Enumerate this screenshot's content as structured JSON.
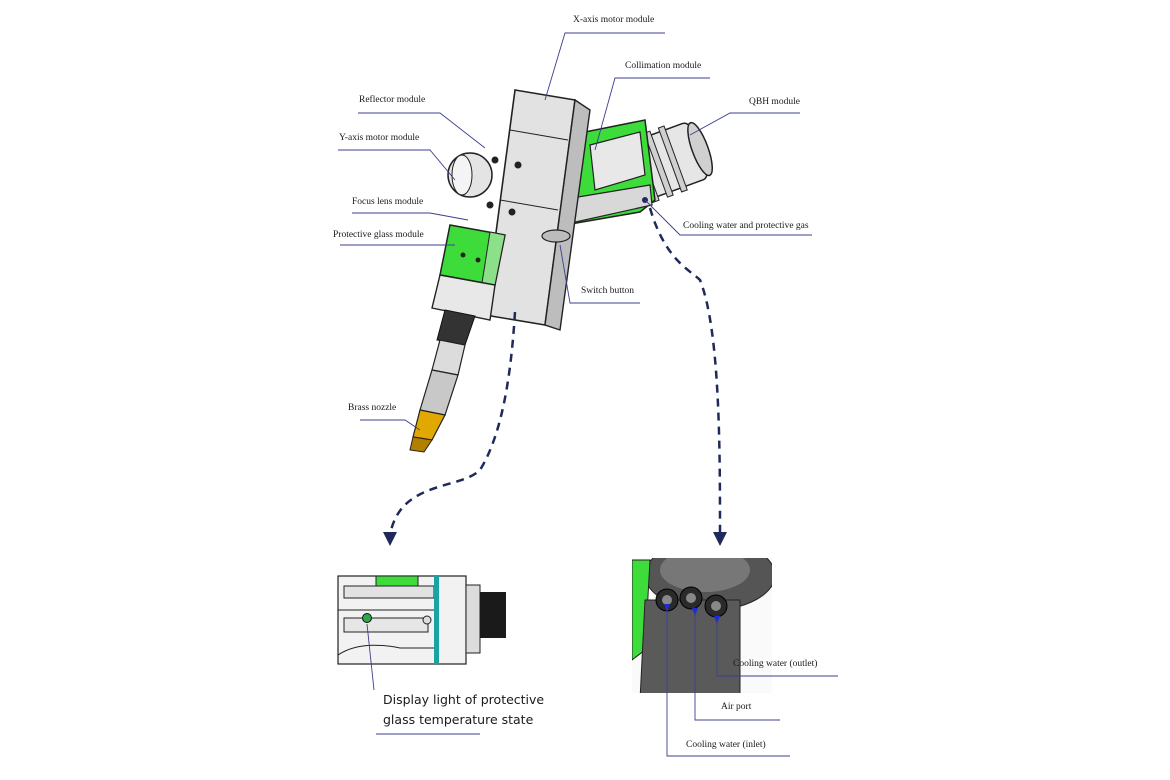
{
  "labels": {
    "x_axis_motor": "X-axis motor module",
    "collimation": "Collimation module",
    "qbh": "QBH module",
    "reflector": "Reflector module",
    "y_axis_motor": "Y-axis motor module",
    "focus_lens": "Focus lens module",
    "protective_glass": "Protective glass module",
    "cooling_water_gas": "Cooling water and protective gas",
    "switch_button": "Switch button",
    "brass_nozzle": "Brass nozzle"
  },
  "detail_left": {
    "caption_line1": "Display light of protective",
    "caption_line2": "glass temperature state"
  },
  "detail_right": {
    "outlet": "Cooling water (outlet)",
    "air_port": "Air port",
    "inlet": "Cooling water (inlet)"
  },
  "colors": {
    "green": "#3ddc3a",
    "body_grey": "#d9d9d9",
    "line_blue": "#3b3f8f",
    "arrow_navy": "#1f2a5a",
    "brass": "#e0a800",
    "teal": "#1aa3a3"
  }
}
